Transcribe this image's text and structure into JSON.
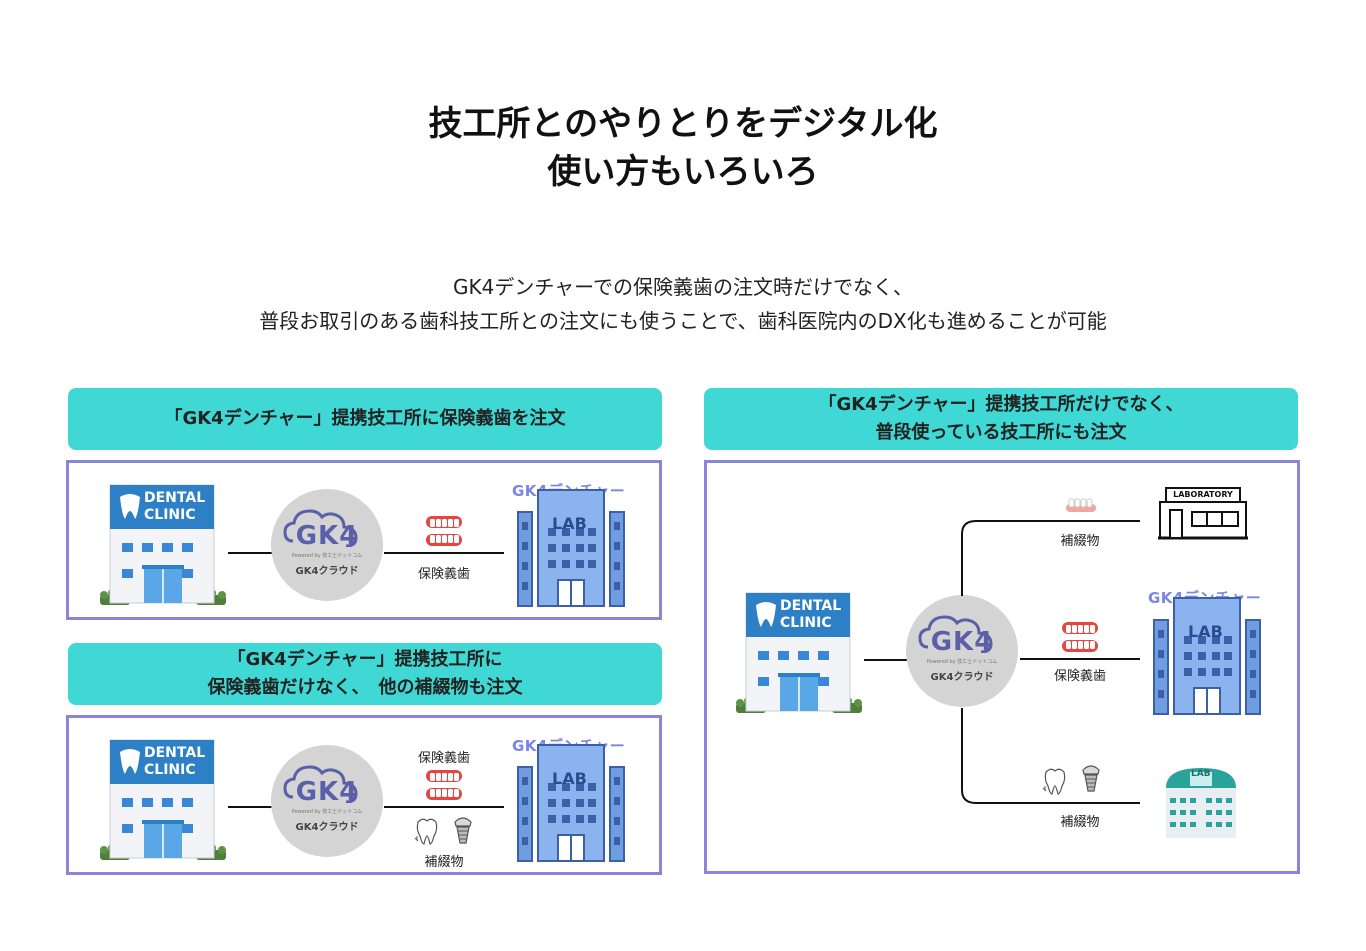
{
  "heading": {
    "line1": "技工所とのやりとりをデジタル化",
    "line2": "使い方もいろいろ"
  },
  "description": {
    "line1": "GK4デンチャーでの保険義歯の注文時だけでなく、",
    "line2": "普段お取引のある歯科技工所との注文にも使うことで、歯科医院内のDX化も進めることが可能"
  },
  "panel1": {
    "banner": "「GK4デンチャー」提携技工所に保険義歯を注文",
    "item_label": "保険義歯"
  },
  "panel2": {
    "banner_line1": "「GK4デンチャー」提携技工所に",
    "banner_line2": "保険義歯だけなく、　他の補綴物も注文",
    "item_label_top": "保険義歯",
    "item_label_bottom": "補綴物"
  },
  "panel3": {
    "banner_line1": "「GK4デンチャー」提携技工所だけでなく、",
    "banner_line2": "普段使っている技工所にも注文",
    "branch_top_label": "補綴物",
    "branch_mid_label": "保険義歯",
    "branch_bottom_label": "補綴物"
  },
  "clinic": {
    "line1": "DENTAL",
    "line2": "CLINIC"
  },
  "cloud": {
    "name": "GK4",
    "powered": "Powered by 技工士ドットコム",
    "caption": "GK4クラウド"
  },
  "lab": {
    "sign": "LAB",
    "brand": "GK4デンチャー"
  },
  "laboratory": {
    "sign": "LABORATORY"
  },
  "lab_small": {
    "sign": "LAB"
  },
  "icons": [
    "tooth-icon",
    "denture-icon",
    "implant-icon",
    "dental-crown-icon"
  ],
  "colors": {
    "banner": "#3fd8d4",
    "frame": "#8a85d8",
    "building": "#6e9ee0",
    "brand": "#7a86e6"
  }
}
